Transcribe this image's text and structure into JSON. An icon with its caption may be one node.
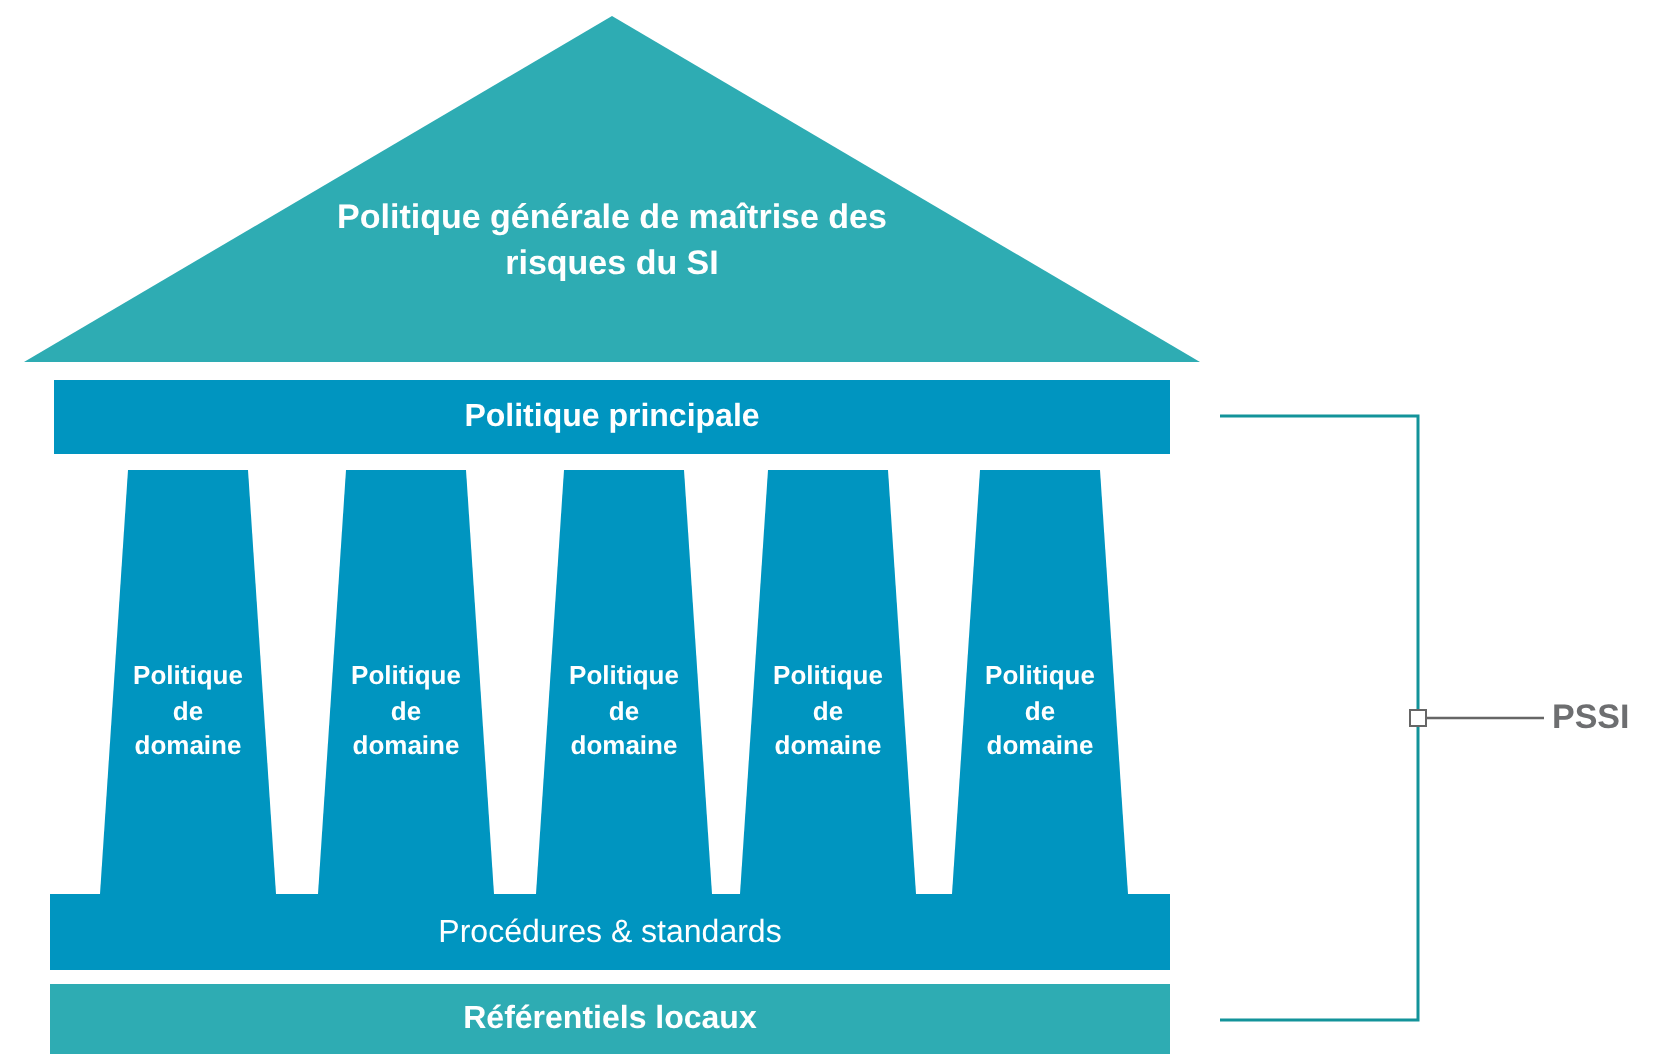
{
  "diagram": {
    "nodes": [
      {
        "text": [
          "Politique générale de maîtrise des risques du SI"
        ]
      },
      {
        "text": [
          "Politique principale"
        ]
      },
      {
        "text": [
          "Politique de domaine"
        ]
      },
      {
        "text": [
          "Politique de domaine"
        ]
      },
      {
        "text": [
          "Politique de domaine"
        ]
      },
      {
        "text": [
          "Politique de domaine"
        ]
      },
      {
        "text": [
          "Politique de domaine"
        ]
      },
      {
        "text": [
          "Procédures & standards"
        ]
      },
      {
        "text": [
          "Référentiels locaux"
        ]
      }
    ],
    "labels": [
      "PSSI"
    ]
  }
}
